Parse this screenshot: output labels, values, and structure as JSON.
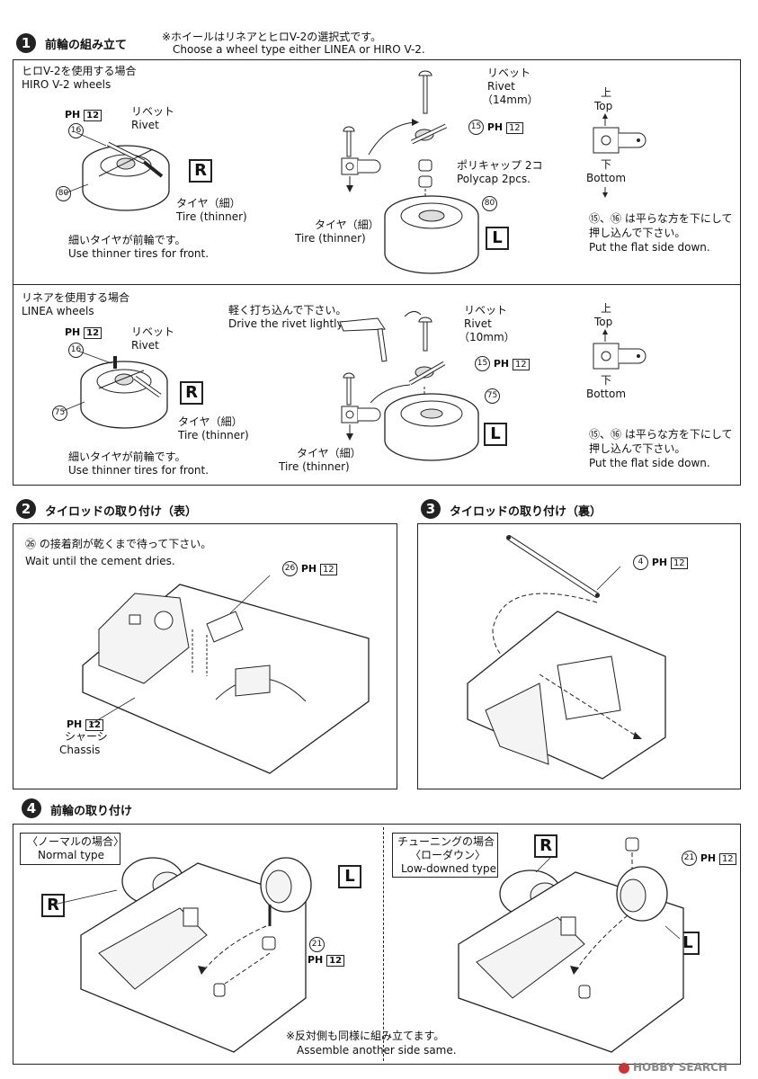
{
  "step1": {
    "number": "1",
    "title": "前輪の組み立て",
    "note_jp": "※ホイールはリネアとヒロV-2の選択式です。",
    "note_en": "Choose a wheel type either LINEA or HIRO V-2.",
    "hiro": {
      "header_jp": "ヒロV-2を使用する場合",
      "header_en": "HIRO V-2 wheels",
      "rivet_jp": "リベット",
      "rivet_en": "Rivet",
      "ph": "PH",
      "ph_num": "12",
      "part16": "16",
      "part80": "80",
      "part80b": "80",
      "part15": "15",
      "ph2": "PH",
      "ph2_num": "12",
      "r_label": "R",
      "l_label": "L",
      "tire_jp": "タイヤ（細）",
      "tire_en": "Tire (thinner)",
      "tire2_jp": "タイヤ（細）",
      "tire2_en": "Tire (thinner)",
      "front_jp": "細いタイヤが前輪です。",
      "front_en": "Use thinner tires for front.",
      "rivet2_jp": "リベット",
      "rivet2_en": "Rivet",
      "rivet2_size": "（14mm）",
      "polycap_jp": "ポリキャップ 2コ",
      "polycap_en": "Polycap 2pcs.",
      "top_jp": "上",
      "top_en": "Top",
      "bottom_jp": "下",
      "bottom_en": "Bottom",
      "flat_jp1": "⑮、⑯ は平らな方を下にして",
      "flat_jp2": "押し込んで下さい。",
      "flat_en": "Put the flat side down."
    },
    "linea": {
      "header_jp": "リネアを使用する場合",
      "header_en": "LINEA wheels",
      "rivet_jp": "リベット",
      "rivet_en": "Rivet",
      "ph": "PH",
      "ph_num": "12",
      "part16": "16",
      "part75": "75",
      "part75b": "75",
      "part15": "15",
      "ph2": "PH",
      "ph2_num": "12",
      "r_label": "R",
      "l_label": "L",
      "tire_jp": "タイヤ（細）",
      "tire_en": "Tire (thinner)",
      "tire2_jp": "タイヤ（細）",
      "tire2_en": "Tire (thinner)",
      "front_jp": "細いタイヤが前輪です。",
      "front_en": "Use thinner tires for front.",
      "drive_jp": "軽く打ち込んで下さい。",
      "drive_en": "Drive the rivet lightly.",
      "rivet2_jp": "リベット",
      "rivet2_en": "Rivet",
      "rivet2_size": "（10mm）",
      "top_jp": "上",
      "top_en": "Top",
      "bottom_jp": "下",
      "bottom_en": "Bottom",
      "flat_jp1": "⑮、⑯ は平らな方を下にして",
      "flat_jp2": "押し込んで下さい。",
      "flat_en": "Put the flat side down."
    }
  },
  "step2": {
    "number": "2",
    "title": "タイロッドの取り付け（表）",
    "note_jp": "㉖ の接着剤が乾くまで待って下さい。",
    "note_en": "Wait until the cement dries.",
    "part26": "26",
    "ph": "PH",
    "ph_num": "12",
    "chassis_ph": "PH",
    "chassis_ph_num": "12",
    "chassis_jp": "シャーシ",
    "chassis_en": "Chassis"
  },
  "step3": {
    "number": "3",
    "title": "タイロッドの取り付け（裏）",
    "part4": "4",
    "ph": "PH",
    "ph_num": "12"
  },
  "step4": {
    "number": "4",
    "title": "前輪の取り付け",
    "normal_jp": "〈ノーマルの場合〉",
    "normal_en": "Normal type",
    "tuning_jp1": "チューニングの場合",
    "tuning_jp2": "〈ローダウン〉",
    "tuning_en": "Low-downed type",
    "r_label": "R",
    "l_label": "L",
    "r2_label": "R",
    "l2_label": "L",
    "part21": "21",
    "ph": "PH",
    "ph_num": "12",
    "part21b": "21",
    "ph2": "PH",
    "ph2_num": "12",
    "assemble_jp": "※反対側も同様に組み立てます。",
    "assemble_en": "Assemble another side same."
  },
  "footer": {
    "brand": "HOBBY SEARCH"
  }
}
